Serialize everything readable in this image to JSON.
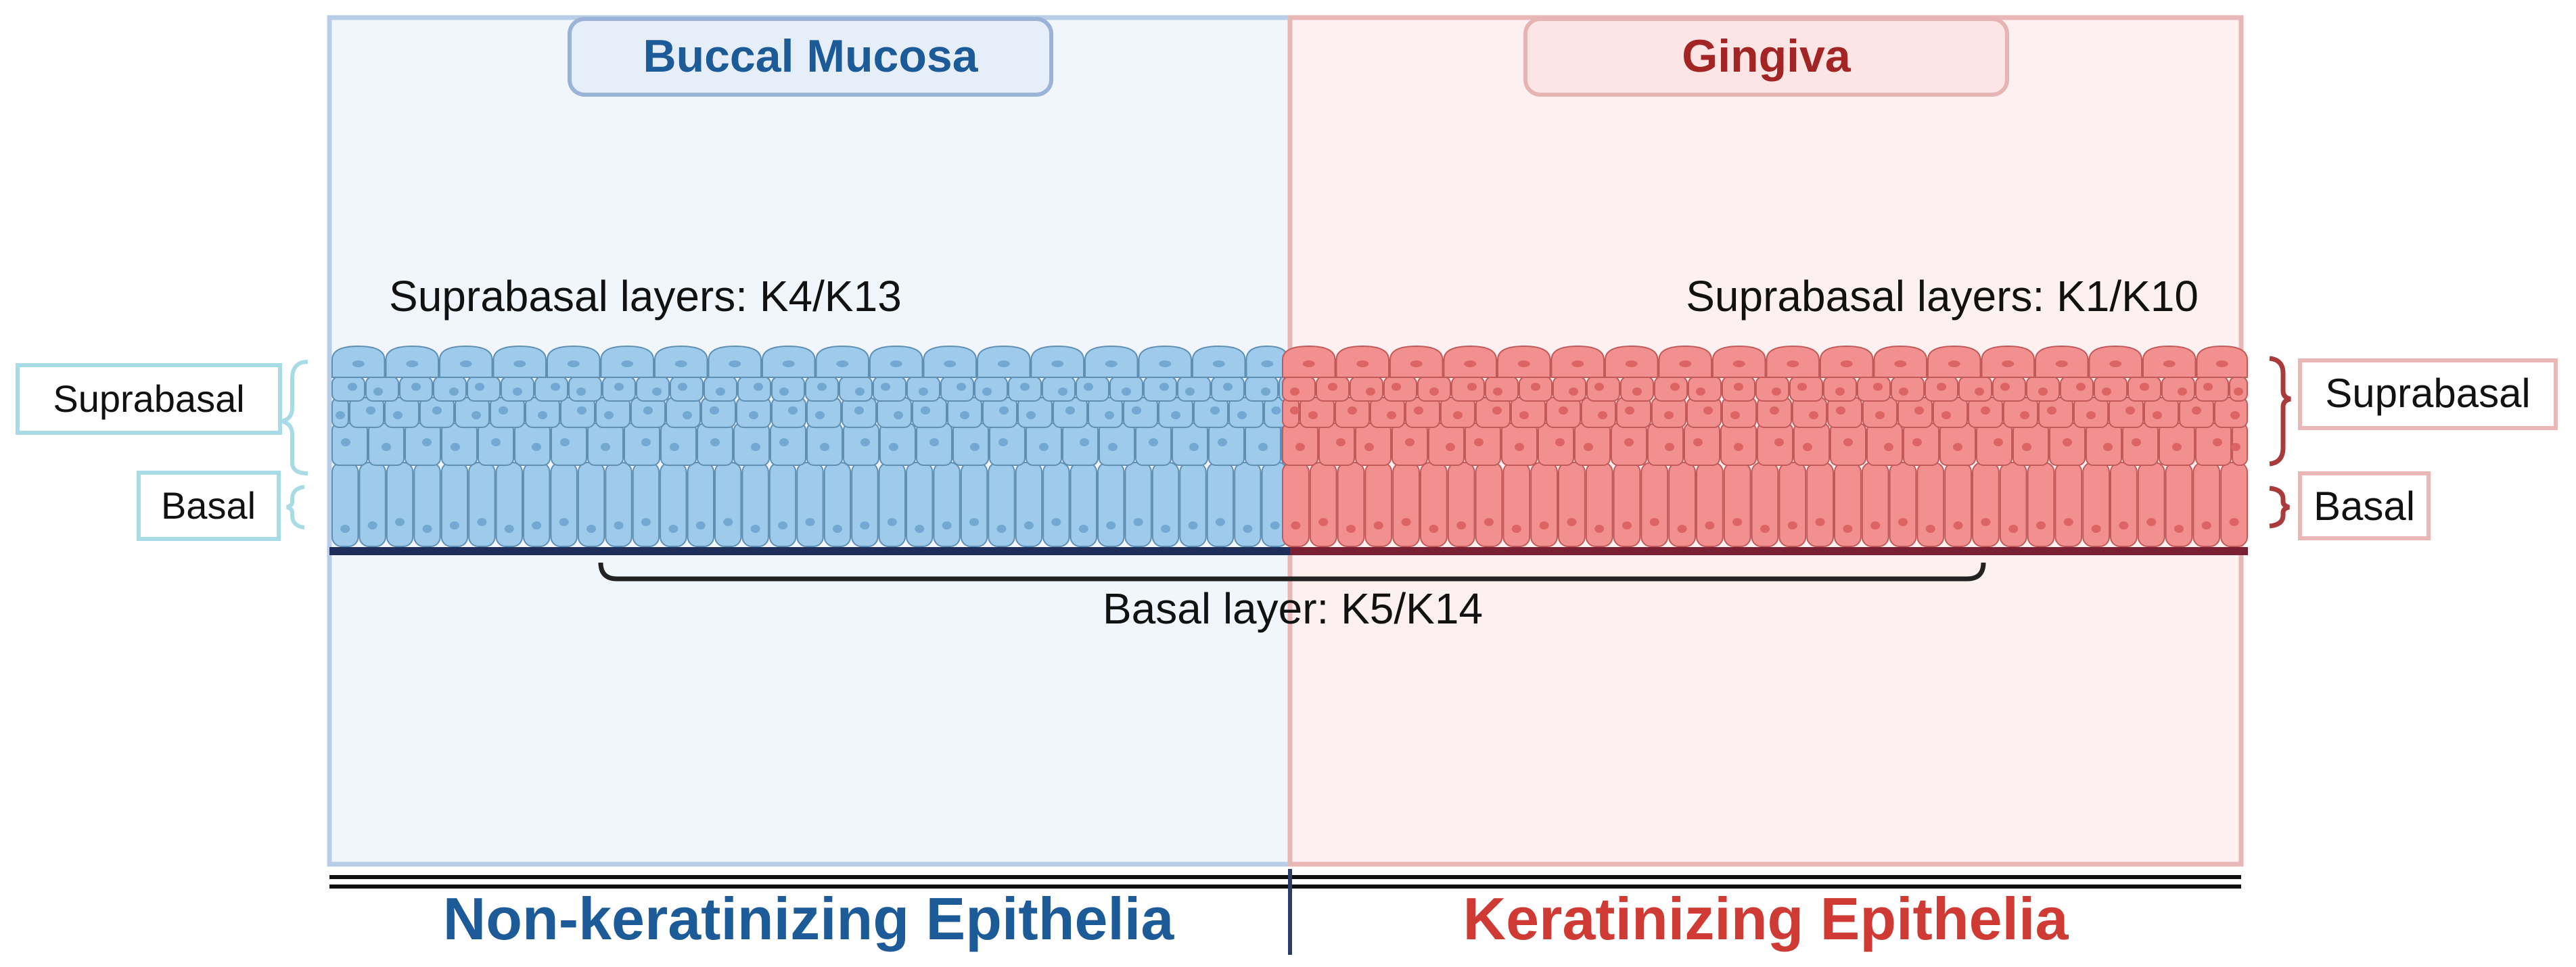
{
  "panels": {
    "left": {
      "title": "Buccal Mucosa",
      "suprabasal_note": "Suprabasal layers: K4/K13",
      "footer": "Non-keratinizing Epithelia",
      "colors": {
        "bg": "#f1f6fc",
        "border": "#b9cde6",
        "title": "#1c5a98",
        "cell": "#9ecbeb",
        "cell_stroke": "#5f8fb3",
        "nucleus": "#73a8d2",
        "membrane": "#1f2d5a",
        "bracket": "#a9dbe6"
      }
    },
    "right": {
      "title": "Gingiva",
      "suprabasal_note": "Suprabasal layers: K1/K10",
      "footer": "Keratinizing Epithelia",
      "colors": {
        "bg": "#fdf0f0",
        "border": "#eab7b7",
        "title": "#a32424",
        "cell": "#f1908f",
        "cell_stroke": "#c25a5a",
        "nucleus": "#dc6465",
        "membrane": "#7b1f33",
        "bracket": "#a83b3b",
        "footer": "#cf3a34"
      }
    }
  },
  "layer_labels": {
    "left_suprabasal": "Suprabasal",
    "left_basal": "Basal",
    "right_suprabasal": "Suprabasal",
    "right_basal": "Basal"
  },
  "basal_note": "Basal layer: K5/K14"
}
